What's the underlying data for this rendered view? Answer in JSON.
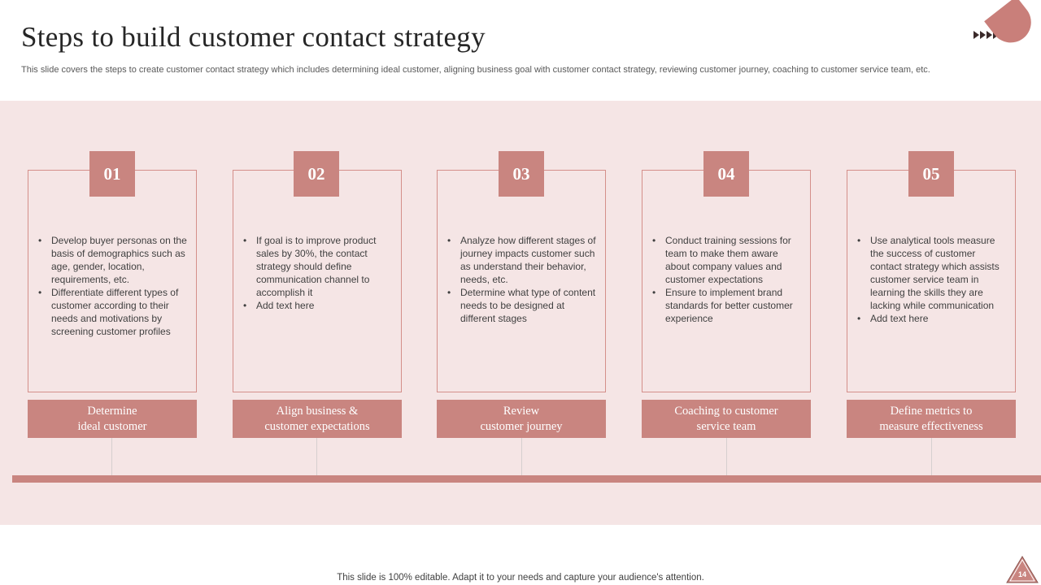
{
  "title": "Steps to build customer contact strategy",
  "subtitle": "This slide covers the steps to create customer contact strategy which includes determining ideal customer, aligning business goal with customer contact strategy, reviewing customer journey, coaching to customer service team, etc.",
  "steps": [
    {
      "number": "01",
      "bullets": [
        "Develop buyer personas on the basis of demographics such as age, gender, location, requirements, etc.",
        "Differentiate different types of customer according to their needs and motivations by screening customer profiles"
      ],
      "label_line1": "Determine",
      "label_line2": "ideal customer"
    },
    {
      "number": "02",
      "bullets": [
        "If goal is to improve product sales by 30%, the contact strategy should define communication channel to accomplish it",
        "Add text here"
      ],
      "label_line1": "Align business &",
      "label_line2": "customer expectations"
    },
    {
      "number": "03",
      "bullets": [
        "Analyze how different stages of journey impacts customer such as understand their behavior, needs, etc.",
        "Determine what type of content needs to be designed at different stages"
      ],
      "label_line1": "Review",
      "label_line2": "customer journey"
    },
    {
      "number": "04",
      "bullets": [
        "Conduct training sessions for team to make them aware about company values and customer expectations",
        "Ensure to implement brand standards for better customer experience"
      ],
      "label_line1": "Coaching to customer",
      "label_line2": "service team"
    },
    {
      "number": "05",
      "bullets": [
        "Use analytical tools measure the success of customer contact strategy which assists customer service team in learning the skills they are lacking while communication",
        "Add text here"
      ],
      "label_line1": "Define metrics to",
      "label_line2": "measure effectiveness"
    }
  ],
  "footer": "This slide is 100% editable. Adapt it to your needs and capture your audience's attention.",
  "page_number": "14",
  "colors": {
    "accent": "#c98580",
    "band": "#f5e5e5",
    "border": "#d48f8a"
  },
  "icons": {
    "arrows": "double-chevron-arrows-icon",
    "corner": "quarter-circle-decoration-icon"
  }
}
